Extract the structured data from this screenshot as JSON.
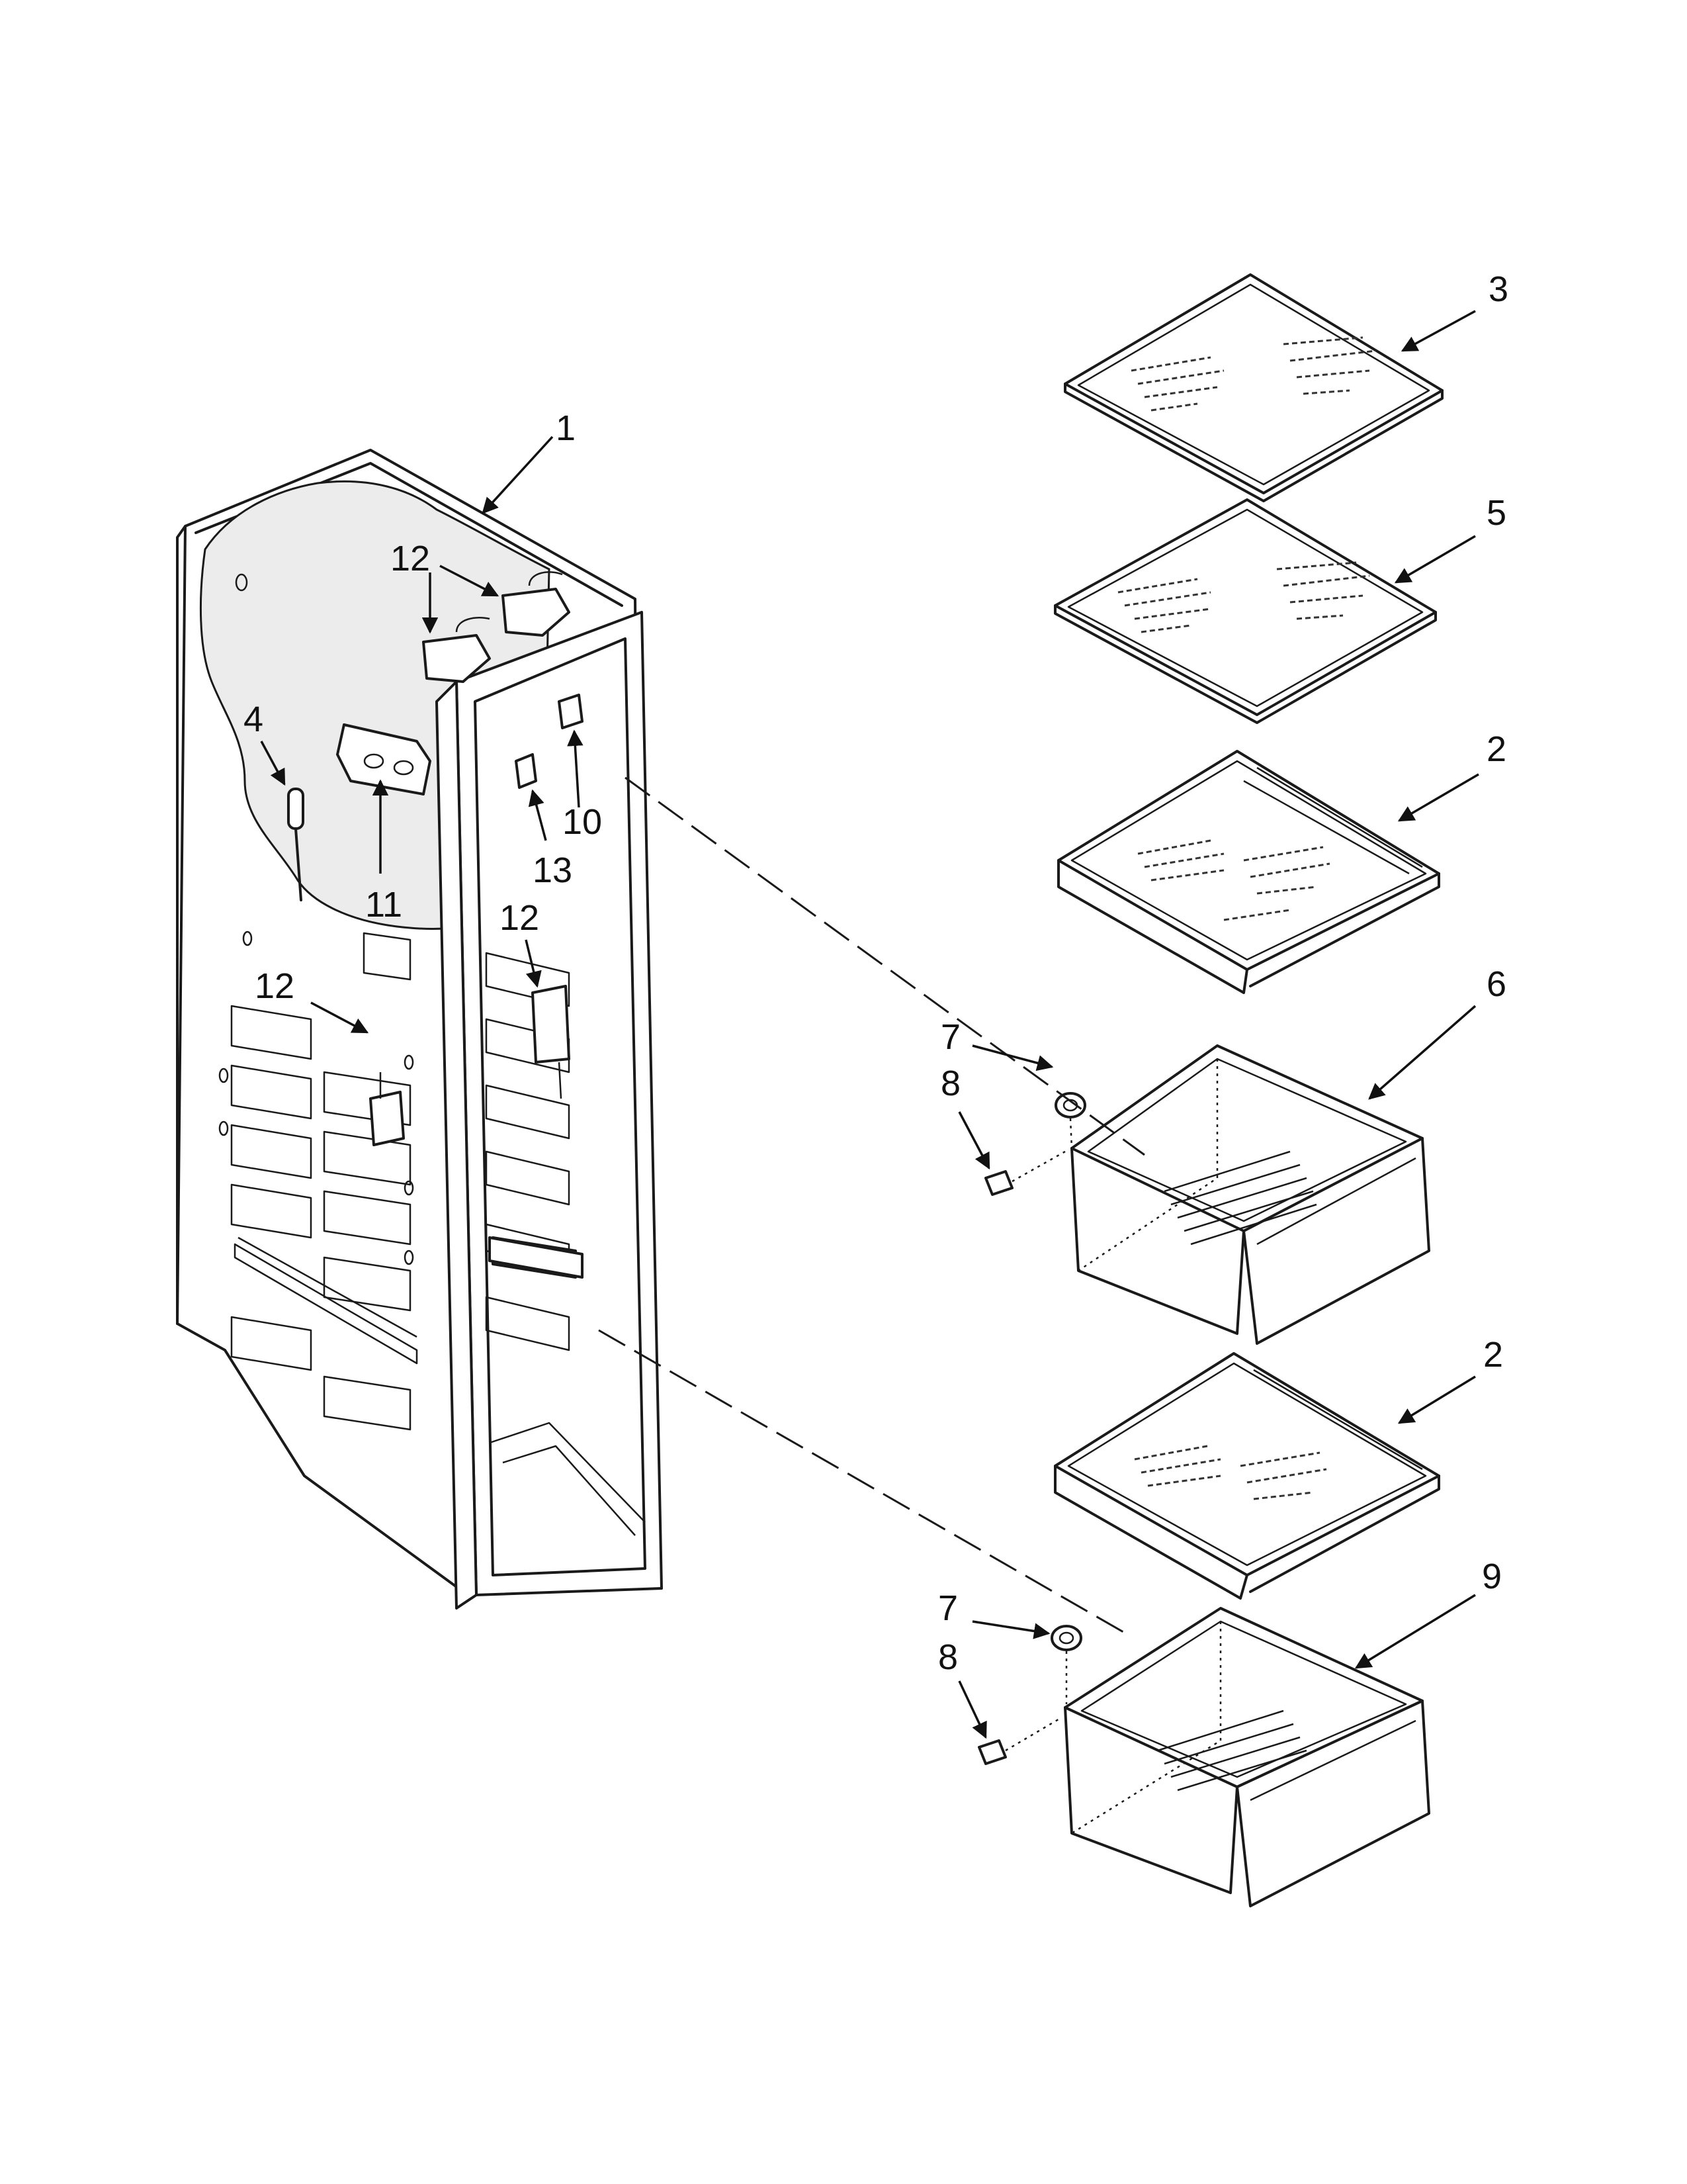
{
  "diagram": {
    "type": "exploded-parts",
    "callouts": [
      {
        "id": "c1",
        "label": "1"
      },
      {
        "id": "c3",
        "label": "3"
      },
      {
        "id": "c5",
        "label": "5"
      },
      {
        "id": "c2a",
        "label": "2"
      },
      {
        "id": "c6",
        "label": "6"
      },
      {
        "id": "c2b",
        "label": "2"
      },
      {
        "id": "c9",
        "label": "9"
      },
      {
        "id": "c7a",
        "label": "7"
      },
      {
        "id": "c8a",
        "label": "8"
      },
      {
        "id": "c7b",
        "label": "7"
      },
      {
        "id": "c8b",
        "label": "8"
      },
      {
        "id": "c4",
        "label": "4"
      },
      {
        "id": "c11",
        "label": "11"
      },
      {
        "id": "c10",
        "label": "10"
      },
      {
        "id": "c13",
        "label": "13"
      },
      {
        "id": "c12a",
        "label": "12"
      },
      {
        "id": "c12b",
        "label": "12"
      },
      {
        "id": "c12c",
        "label": "12"
      }
    ]
  }
}
